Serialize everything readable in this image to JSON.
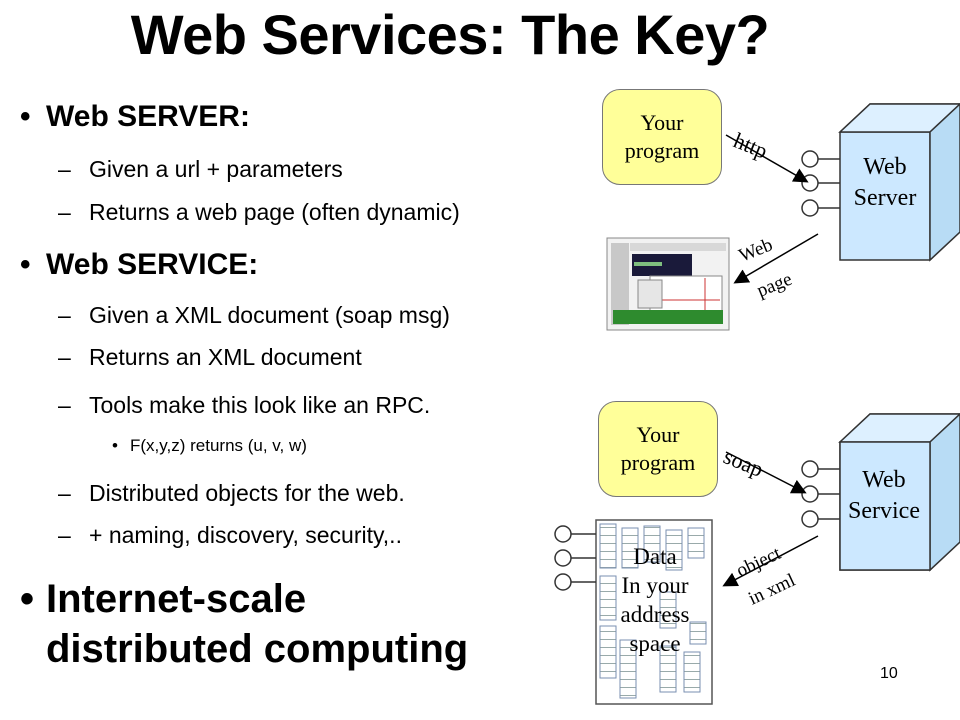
{
  "title": "Web Services: The Key?",
  "bullets": {
    "server_heading": "Web SERVER:",
    "server_items": [
      "Given a url  + parameters",
      "Returns a web page (often dynamic)"
    ],
    "service_heading": "Web SERVICE:",
    "service_items": [
      "Given a XML document (soap msg)",
      "Returns an XML document",
      "Tools make this look like an RPC."
    ],
    "service_sub": "F(x,y,z) returns (u, v, w)",
    "service_items2": [
      "Distributed objects for the web.",
      "+ naming, discovery, security,.."
    ],
    "big_line1": "Internet-scale",
    "big_line2": "distributed computing"
  },
  "diagram": {
    "top_program": [
      "Your",
      "program"
    ],
    "top_server": [
      "Web",
      "Server"
    ],
    "http_label": "http",
    "webpage_label": [
      "Web",
      "page"
    ],
    "bottom_program": [
      "Your",
      "program"
    ],
    "bottom_service": [
      "Web",
      "Service"
    ],
    "soap_label": "soap",
    "object_label": [
      "object",
      "in xml"
    ],
    "data_box": [
      "Data",
      "In your",
      "address",
      "space"
    ]
  },
  "page_number": "10",
  "colors": {
    "program_fill": "#ffff99",
    "server_fill": "#cce8ff"
  }
}
